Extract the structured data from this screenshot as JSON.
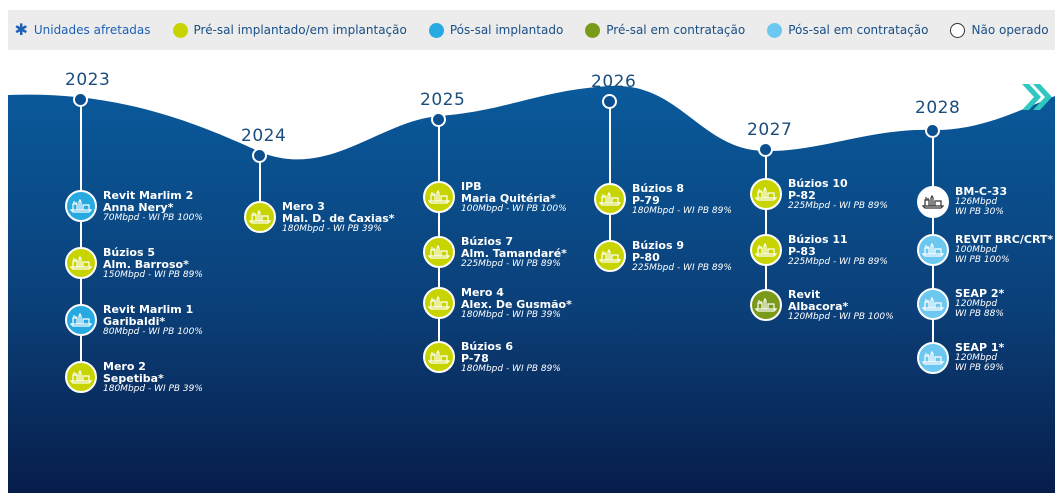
{
  "legend": {
    "affected_label": "Unidades afretadas",
    "items": [
      {
        "label": "Pré-sal implantado/em implantação",
        "color": "#c8d400"
      },
      {
        "label": "Pós-sal implantado",
        "color": "#27a9e1"
      },
      {
        "label": "Pré-sal em contratação",
        "color": "#7a9a1a"
      },
      {
        "label": "Pós-sal em contratação",
        "color": "#6cc8f0"
      },
      {
        "label": "Não operado",
        "color": "#ffffff"
      }
    ]
  },
  "colors": {
    "presal_impl": "#c8d400",
    "possal_impl": "#27a9e1",
    "presal_contr": "#7a9a1a",
    "possal_contr": "#6cc8f0",
    "nao_operado": "#ffffff",
    "ocean": "#0c4f8e"
  },
  "years": [
    {
      "year": "2023",
      "units": [
        {
          "line1": "Revit Marlim 2",
          "line2": "Anna Nery*",
          "cap": "70Mbpd - WI PB 100%",
          "kind": "possal_impl"
        },
        {
          "line1": "Búzios 5",
          "line2": "Alm. Barroso*",
          "cap": "150Mbpd - WI PB 89%",
          "kind": "presal_impl"
        },
        {
          "line1": "Revit Marlim 1",
          "line2": "Garibaldi*",
          "cap": "80Mbpd - WI PB 100%",
          "kind": "possal_impl"
        },
        {
          "line1": "Mero 2",
          "line2": "Sepetiba*",
          "cap": "180Mbpd - WI PB 39%",
          "kind": "presal_impl"
        }
      ]
    },
    {
      "year": "2024",
      "units": [
        {
          "line1": "Mero 3",
          "line2": "Mal. D. de Caxias*",
          "cap": "180Mbpd - WI PB 39%",
          "kind": "presal_impl"
        }
      ]
    },
    {
      "year": "2025",
      "units": [
        {
          "line1": "IPB",
          "line2": "Maria Quitéria*",
          "cap": "100Mbpd - WI PB 100%",
          "kind": "presal_impl"
        },
        {
          "line1": "Búzios 7",
          "line2": "Alm. Tamandaré*",
          "cap": "225Mbpd - WI PB 89%",
          "kind": "presal_impl"
        },
        {
          "line1": "Mero 4",
          "line2": "Alex. De Gusmão*",
          "cap": "180Mbpd - WI PB 39%",
          "kind": "presal_impl"
        },
        {
          "line1": "Búzios 6",
          "line2": "P-78",
          "cap": "180Mbpd - WI PB 89%",
          "kind": "presal_impl"
        }
      ]
    },
    {
      "year": "2026",
      "units": [
        {
          "line1": "Búzios 8",
          "line2": "P-79",
          "cap": "180Mbpd - WI PB 89%",
          "kind": "presal_impl"
        },
        {
          "line1": "Búzios 9",
          "line2": "P-80",
          "cap": "225Mbpd - WI PB 89%",
          "kind": "presal_impl"
        }
      ]
    },
    {
      "year": "2027",
      "units": [
        {
          "line1": "Búzios 10",
          "line2": "P-82",
          "cap": "225Mbpd - WI PB 89%",
          "kind": "presal_impl"
        },
        {
          "line1": "Búzios 11",
          "line2": "P-83",
          "cap": "225Mbpd - WI PB 89%",
          "kind": "presal_impl"
        },
        {
          "line1": "Revit",
          "line2": "Albacora*",
          "cap": "120Mbpd - WI PB 100%",
          "kind": "presal_contr"
        }
      ]
    },
    {
      "year": "2028",
      "units": [
        {
          "line1": "BM-C-33",
          "line2": "126Mbpd",
          "cap": "WI PB 30%",
          "kind": "nao_operado",
          "capstyle": true
        },
        {
          "line1": "REVIT BRC/CRT*",
          "line2": "100Mbpd",
          "cap": "WI PB 100%",
          "kind": "possal_contr",
          "capstyle": true
        },
        {
          "line1": "SEAP 2*",
          "line2": "120Mbpd",
          "cap": "WI PB 88%",
          "kind": "possal_contr",
          "capstyle": true
        },
        {
          "line1": "SEAP 1*",
          "line2": "120Mbpd",
          "cap": "WI PB 69%",
          "kind": "possal_contr",
          "capstyle": true
        }
      ]
    }
  ]
}
